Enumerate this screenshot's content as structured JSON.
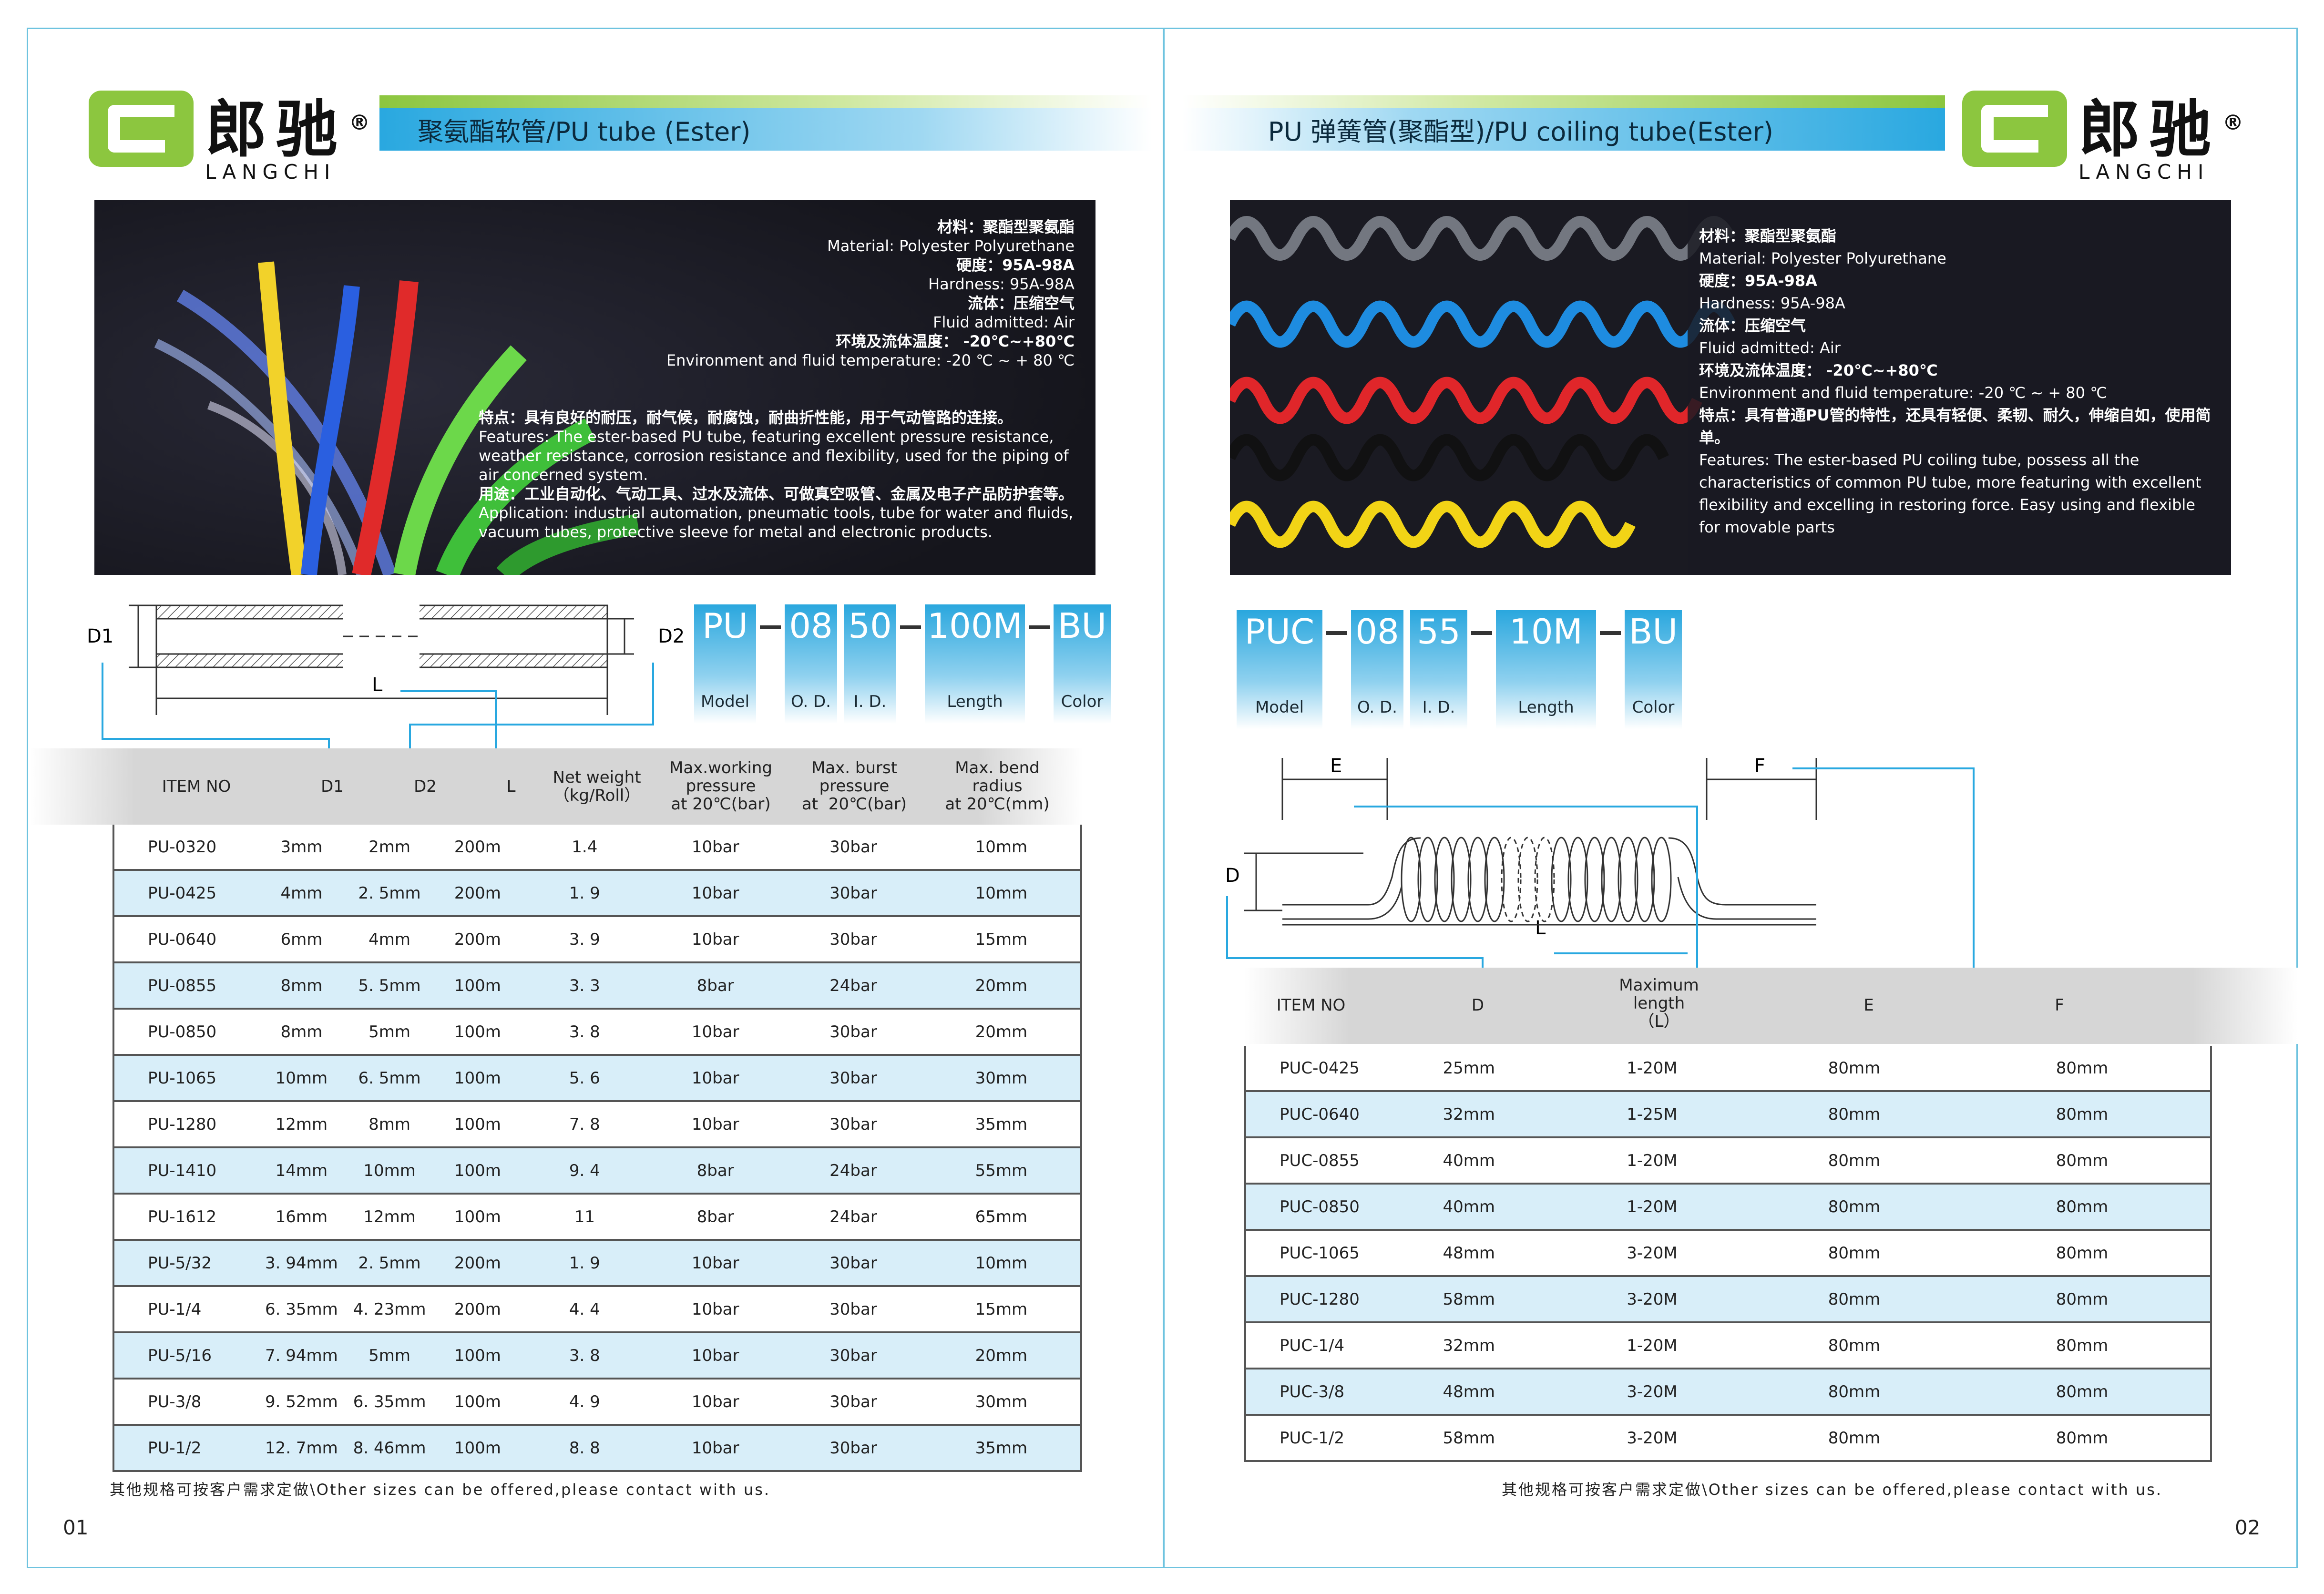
{
  "brand": {
    "cn": "郎驰",
    "en": "LANGCHI",
    "reg": "®"
  },
  "left": {
    "title": "聚氨酯软管/PU tube (Ester)",
    "spec": [
      {
        "cn": "材料：聚酯型聚氨酯",
        "en": "Material: Polyester Polyurethane"
      },
      {
        "cn": "硬度：95A-98A",
        "en": "Hardness: 95A-98A"
      },
      {
        "cn": "流体：压缩空气",
        "en": "Fluid admitted: Air"
      },
      {
        "cn": "环境及流体温度： -20℃~+80℃",
        "en": "Environment and fluid temperature: -20 ℃ ~ + 80 ℃"
      }
    ],
    "features_cn": "特点：具有良好的耐压，耐气候，耐腐蚀，耐曲折性能，用于气动管路的连接。",
    "features_en": "Features: The ester-based PU tube, featuring excellent pressure resistance, weather resistance, corrosion resistance and flexibility, used for the piping of air concerned system.",
    "application_cn": "用途：工业自动化、气动工具、过水及流体、可做真空吸管、金属及电子产品防护套等。",
    "application_en": "Application: industrial automation, pneumatic tools, tube for water and fluids, vacuum tubes, protective  sleeve for metal and electronic products.",
    "diagram": {
      "d1": "D1",
      "d2": "D2",
      "l": "L"
    },
    "code": [
      {
        "v": "PU",
        "l": "Model"
      },
      {
        "v": "08",
        "l": "O. D."
      },
      {
        "v": "50",
        "l": "I. D."
      },
      {
        "v": "100M",
        "l": "Length"
      },
      {
        "v": "BU",
        "l": "Color"
      }
    ],
    "headers": [
      "ITEM NO",
      "D1",
      "D2",
      "L",
      "Net weight\n（kg/Roll）",
      "Max.working\npressure\nat 20℃(bar)",
      "Max. burst\npressure\nat  20℃(bar)",
      "Max. bend\nradius\nat 20℃(mm)"
    ],
    "rows": [
      [
        "PU-0320",
        "3mm",
        "2mm",
        "200m",
        "1.4",
        "10bar",
        "30bar",
        "10mm"
      ],
      [
        "PU-0425",
        "4mm",
        "2. 5mm",
        "200m",
        "1. 9",
        "10bar",
        "30bar",
        "10mm"
      ],
      [
        "PU-0640",
        "6mm",
        "4mm",
        "200m",
        "3. 9",
        "10bar",
        "30bar",
        "15mm"
      ],
      [
        "PU-0855",
        "8mm",
        "5. 5mm",
        "100m",
        "3. 3",
        "8bar",
        "24bar",
        "20mm"
      ],
      [
        "PU-0850",
        "8mm",
        "5mm",
        "100m",
        "3. 8",
        "10bar",
        "30bar",
        "20mm"
      ],
      [
        "PU-1065",
        "10mm",
        "6. 5mm",
        "100m",
        "5. 6",
        "10bar",
        "30bar",
        "30mm"
      ],
      [
        "PU-1280",
        "12mm",
        "8mm",
        "100m",
        "7. 8",
        "10bar",
        "30bar",
        "35mm"
      ],
      [
        "PU-1410",
        "14mm",
        "10mm",
        "100m",
        "9. 4",
        "8bar",
        "24bar",
        "55mm"
      ],
      [
        "PU-1612",
        "16mm",
        "12mm",
        "100m",
        "11",
        "8bar",
        "24bar",
        "65mm"
      ],
      [
        "PU-5/32",
        "3. 94mm",
        "2. 5mm",
        "200m",
        "1. 9",
        "10bar",
        "30bar",
        "10mm"
      ],
      [
        "PU-1/4",
        "6. 35mm",
        "4. 23mm",
        "200m",
        "4. 4",
        "10bar",
        "30bar",
        "15mm"
      ],
      [
        "PU-5/16",
        "7. 94mm",
        "5mm",
        "100m",
        "3. 8",
        "10bar",
        "30bar",
        "20mm"
      ],
      [
        "PU-3/8",
        "9. 52mm",
        "6. 35mm",
        "100m",
        "4. 9",
        "10bar",
        "30bar",
        "30mm"
      ],
      [
        "PU-1/2",
        "12. 7mm",
        "8. 46mm",
        "100m",
        "8. 8",
        "10bar",
        "30bar",
        "35mm"
      ]
    ],
    "note": "其他规格可按客户需求定做\\Other sizes can be offered,please contact with us.",
    "page_no": "01"
  },
  "right": {
    "title": "PU 弹簧管(聚酯型)/PU coiling tube(Ester)",
    "spec": [
      {
        "cn": "材料：聚酯型聚氨酯",
        "en": "Material: Polyester Polyurethane"
      },
      {
        "cn": "硬度：95A-98A",
        "en": "Hardness: 95A-98A"
      },
      {
        "cn": "流体：压缩空气",
        "en": "Fluid admitted: Air"
      },
      {
        "cn": "环境及流体温度： -20℃~+80℃",
        "en": "Environment and fluid temperature: -20 ℃ ~ + 80 ℃"
      }
    ],
    "features_cn": "特点：具有普通PU管的特性，还具有轻便、柔韧、耐久，伸缩自如，使用简单。",
    "features_en": "Features: The ester-based PU coiling tube, possess all the characteristics of common PU tube, more featuring with excellent flexibility and excelling in restoring force. Easy using and flexible for movable parts",
    "diagram": {
      "d": "D",
      "e": "E",
      "f": "F",
      "l": "L"
    },
    "code": [
      {
        "v": "PUC",
        "l": "Model"
      },
      {
        "v": "08",
        "l": "O. D."
      },
      {
        "v": "55",
        "l": "I. D."
      },
      {
        "v": "10M",
        "l": "Length"
      },
      {
        "v": "BU",
        "l": "Color"
      }
    ],
    "headers": [
      "ITEM NO",
      "D",
      "Maximum\nlength\n（L）",
      "E",
      "F"
    ],
    "rows": [
      [
        "PUC-0425",
        "25mm",
        "1-20M",
        "80mm",
        "80mm"
      ],
      [
        "PUC-0640",
        "32mm",
        "1-25M",
        "80mm",
        "80mm"
      ],
      [
        "PUC-0855",
        "40mm",
        "1-20M",
        "80mm",
        "80mm"
      ],
      [
        "PUC-0850",
        "40mm",
        "1-20M",
        "80mm",
        "80mm"
      ],
      [
        "PUC-1065",
        "48mm",
        "3-20M",
        "80mm",
        "80mm"
      ],
      [
        "PUC-1280",
        "58mm",
        "3-20M",
        "80mm",
        "80mm"
      ],
      [
        "PUC-1/4",
        "32mm",
        "1-20M",
        "80mm",
        "80mm"
      ],
      [
        "PUC-3/8",
        "48mm",
        "3-20M",
        "80mm",
        "80mm"
      ],
      [
        "PUC-1/2",
        "58mm",
        "3-20M",
        "80mm",
        "80mm"
      ]
    ],
    "note": "其他规格可按客户需求定做\\Other sizes can be offered,please contact with us.",
    "page_no": "02"
  }
}
